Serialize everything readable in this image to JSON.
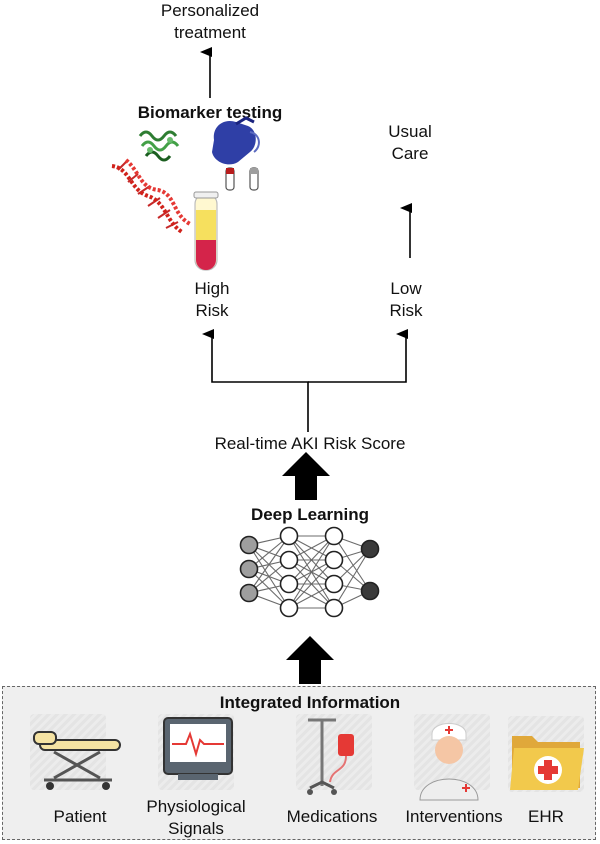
{
  "top": {
    "outcome_high": "Personalized\ntreatment",
    "biomarker_title": "Biomarker testing",
    "outcome_low": "Usual\nCare",
    "high_risk": "High\nRisk",
    "low_risk": "Low\nRisk"
  },
  "score_label": "Real-time AKI Risk Score",
  "model_title": "Deep Learning",
  "inputs": {
    "title": "Integrated Information",
    "items": [
      {
        "label": "Patient",
        "icon": "stretcher-icon"
      },
      {
        "label": "Physiological\nSignals",
        "icon": "monitor-icon"
      },
      {
        "label": "Medications",
        "icon": "iv-drip-icon"
      },
      {
        "label": "Interventions",
        "icon": "nurse-icon"
      },
      {
        "label": "EHR",
        "icon": "medical-folder-icon"
      }
    ]
  },
  "colors": {
    "arrow": "#000000",
    "dna": "#d0221b",
    "glove": "#2f3fa6",
    "blood": "#d4244a",
    "folder": "#f2c94c",
    "cross": "#e53935",
    "iv_bag": "#e53935",
    "monitor_trace": "#e53935",
    "neuron_input": "#9e9e9e",
    "neuron_output": "#3a3a3a"
  }
}
